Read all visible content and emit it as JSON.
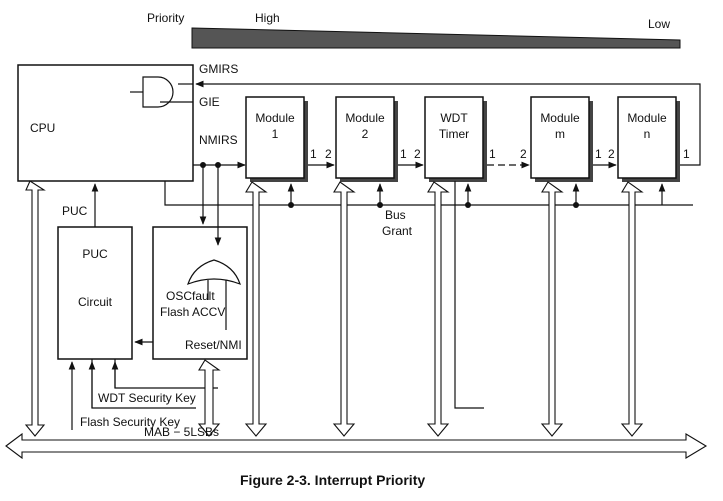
{
  "priority": {
    "label": "Priority",
    "high": "High",
    "low": "Low",
    "wedge_color": "#555555"
  },
  "cpu": {
    "label": "CPU",
    "gmirs": "GMIRS",
    "gie": "GIE",
    "nmirs": "NMIRS",
    "puc": "PUC"
  },
  "modules": [
    {
      "line1": "Module",
      "line2": "1",
      "in_port": "",
      "out_port": "1"
    },
    {
      "line1": "Module",
      "line2": "2",
      "in_port": "2",
      "out_port": "1"
    },
    {
      "line1": "WDT",
      "line2": "Timer",
      "in_port": "2",
      "out_port": "1"
    },
    {
      "line1": "Module",
      "line2": "m",
      "in_port": "2",
      "out_port": "1"
    },
    {
      "line1": "Module",
      "line2": "n",
      "in_port": "2",
      "out_port": "1"
    }
  ],
  "bus_grant": {
    "line1": "Bus",
    "line2": "Grant"
  },
  "puc_circuit": {
    "line1": "PUC",
    "line2": "Circuit"
  },
  "nmi_gate": {
    "osc": "OSCfault",
    "flash": "Flash ACCV",
    "reset": "Reset/NMI"
  },
  "keys": {
    "wdt": "WDT Security Key",
    "flash": "Flash Security Key"
  },
  "mab": "MAB − 5LSBs",
  "caption": "Figure 2-3. Interrupt Priority"
}
